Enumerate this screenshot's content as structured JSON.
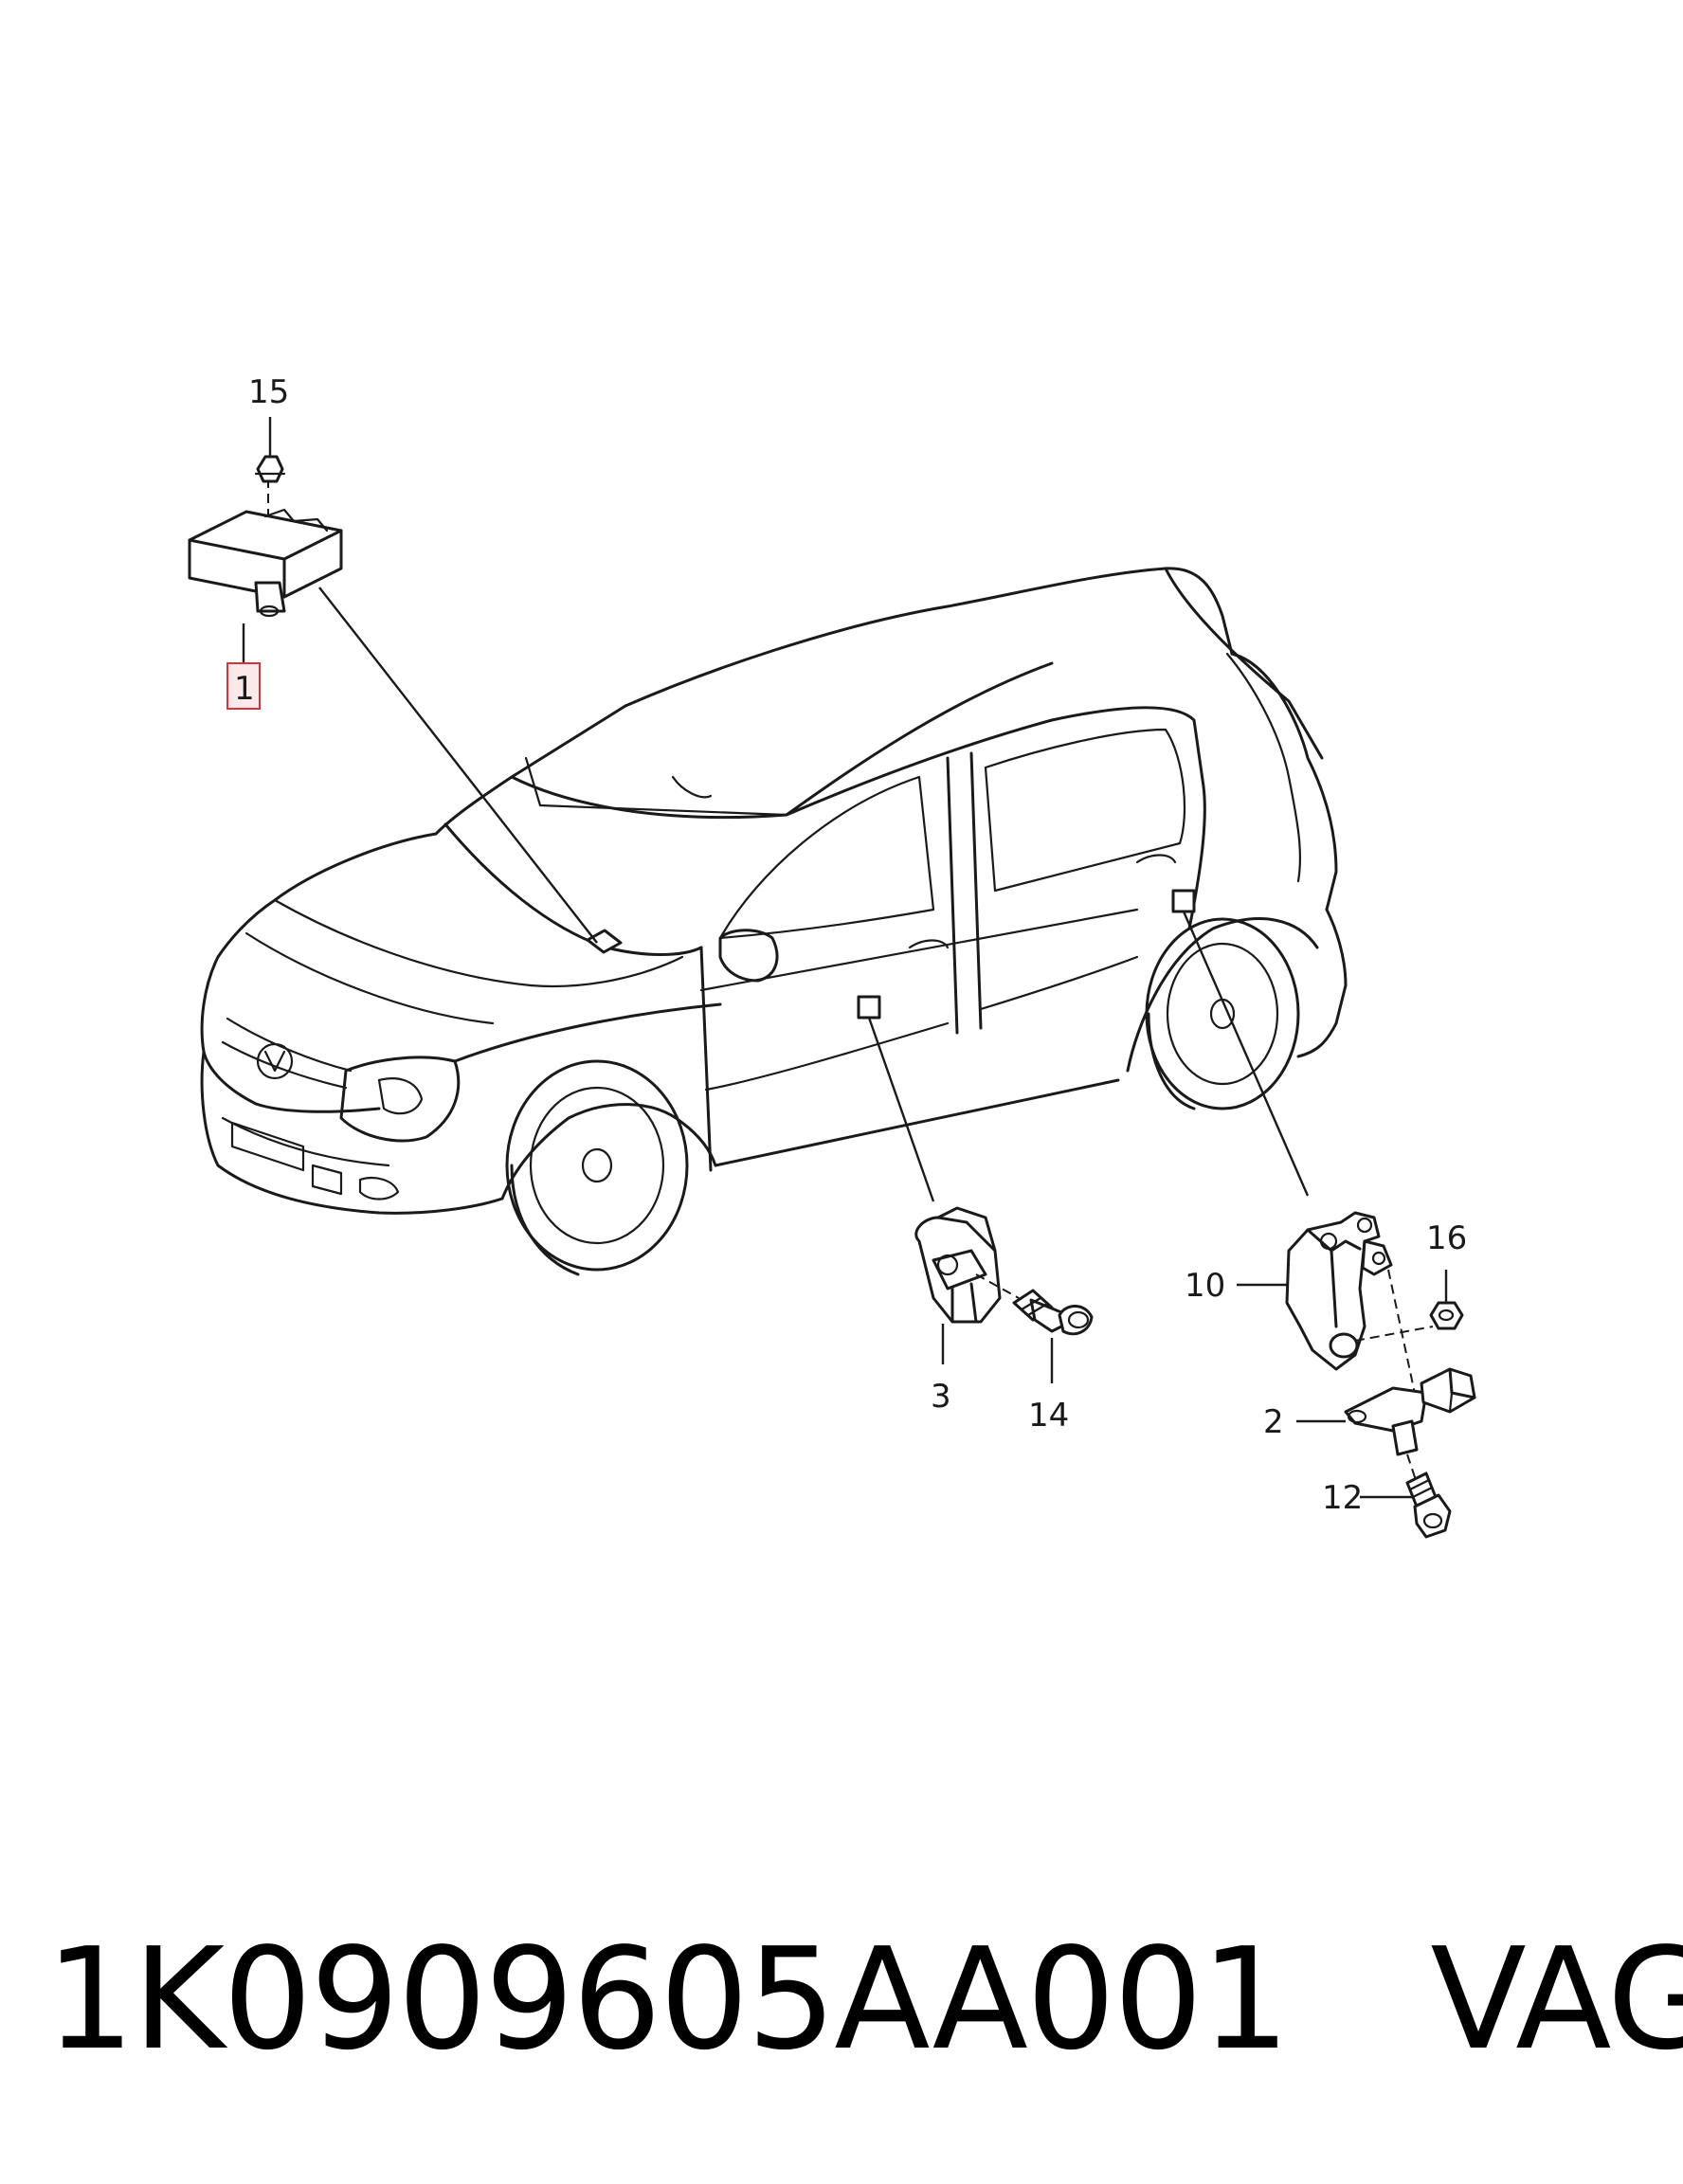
{
  "callouts": {
    "c1": "1",
    "c2": "2",
    "c3": "3",
    "c10": "10",
    "c12": "12",
    "c14": "14",
    "c15": "15",
    "c16": "16"
  },
  "footer": {
    "part_number": "1K0909605AA001",
    "brand": "VAG"
  },
  "colors": {
    "line": "#1a1a1a",
    "highlight_border": "#d9303a",
    "highlight_fill": "#fbe9ea"
  }
}
